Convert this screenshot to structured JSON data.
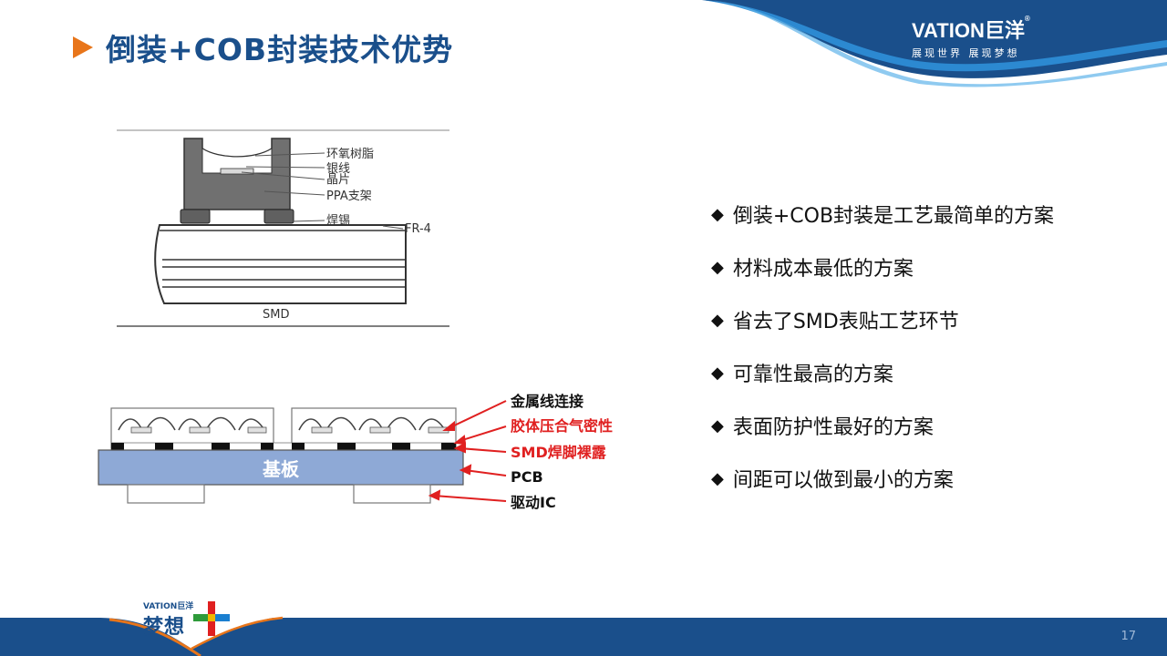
{
  "title": "倒装+COB封装技术优势",
  "brand": {
    "name": "VATION巨洋",
    "reg": "®",
    "slogan": "展现世界  展现梦想"
  },
  "colors": {
    "brand_blue": "#1a4f8b",
    "accent_orange": "#e8751a",
    "callout_red": "#e02020"
  },
  "diagram_top": {
    "labels": [
      "环氧树脂",
      "银线",
      "晶片",
      "PPA支架",
      "焊锡",
      "FR-4"
    ],
    "caption": "SMD"
  },
  "diagram_bottom": {
    "substrate": "基板",
    "labels": [
      {
        "text": "金属线连接",
        "color": "#111111"
      },
      {
        "text": "胶体压合气密性",
        "color": "#e02020"
      },
      {
        "text": "SMD焊脚裸露",
        "color": "#e02020"
      },
      {
        "text": "PCB",
        "color": "#111111"
      },
      {
        "text": "驱动IC",
        "color": "#111111"
      }
    ]
  },
  "bullets": [
    "倒装+COB封装是工艺最简单的方案",
    "材料成本最低的方案",
    "省去了SMD表贴工艺环节",
    "可靠性最高的方案",
    "表面防护性最好的方案",
    "间距可以做到最小的方案"
  ],
  "bullet_icon": "diamond-bullet-icon",
  "footer": {
    "logo_name": "VATION巨洋",
    "logo_dream": "梦想",
    "page_number": "17"
  }
}
